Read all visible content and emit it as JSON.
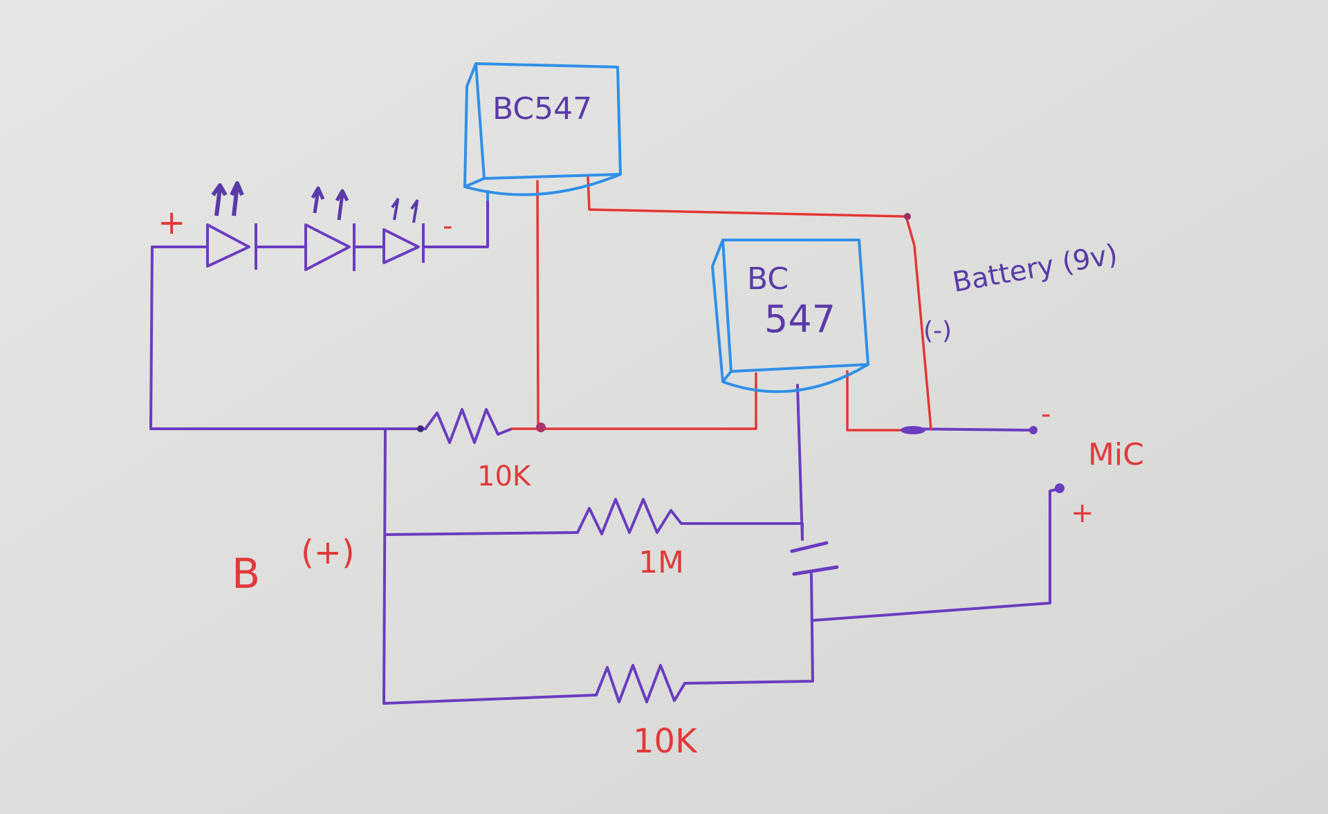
{
  "colors": {
    "paper": "#e3e3e1",
    "purple_wire": "#6a3cc0",
    "red_wire": "#e43636",
    "blue_outline": "#2f8fe8",
    "purple_text": "#5a3aa8",
    "red_text": "#e03a3a"
  },
  "transistor_1": {
    "label": "BC547"
  },
  "transistor_2": {
    "label_line1": "BC",
    "label_line2": "547"
  },
  "led_string": {
    "plus": "+",
    "minus": "-"
  },
  "resistor_1": {
    "label": "10K"
  },
  "resistor_2": {
    "label": "1M"
  },
  "resistor_3": {
    "label": "10K"
  },
  "battery": {
    "label": "Battery (9v)",
    "negative": "(-)",
    "positive_label": "B",
    "positive_sign": "(+)"
  },
  "mic": {
    "label": "MiC",
    "minus": "-",
    "plus": "+"
  }
}
